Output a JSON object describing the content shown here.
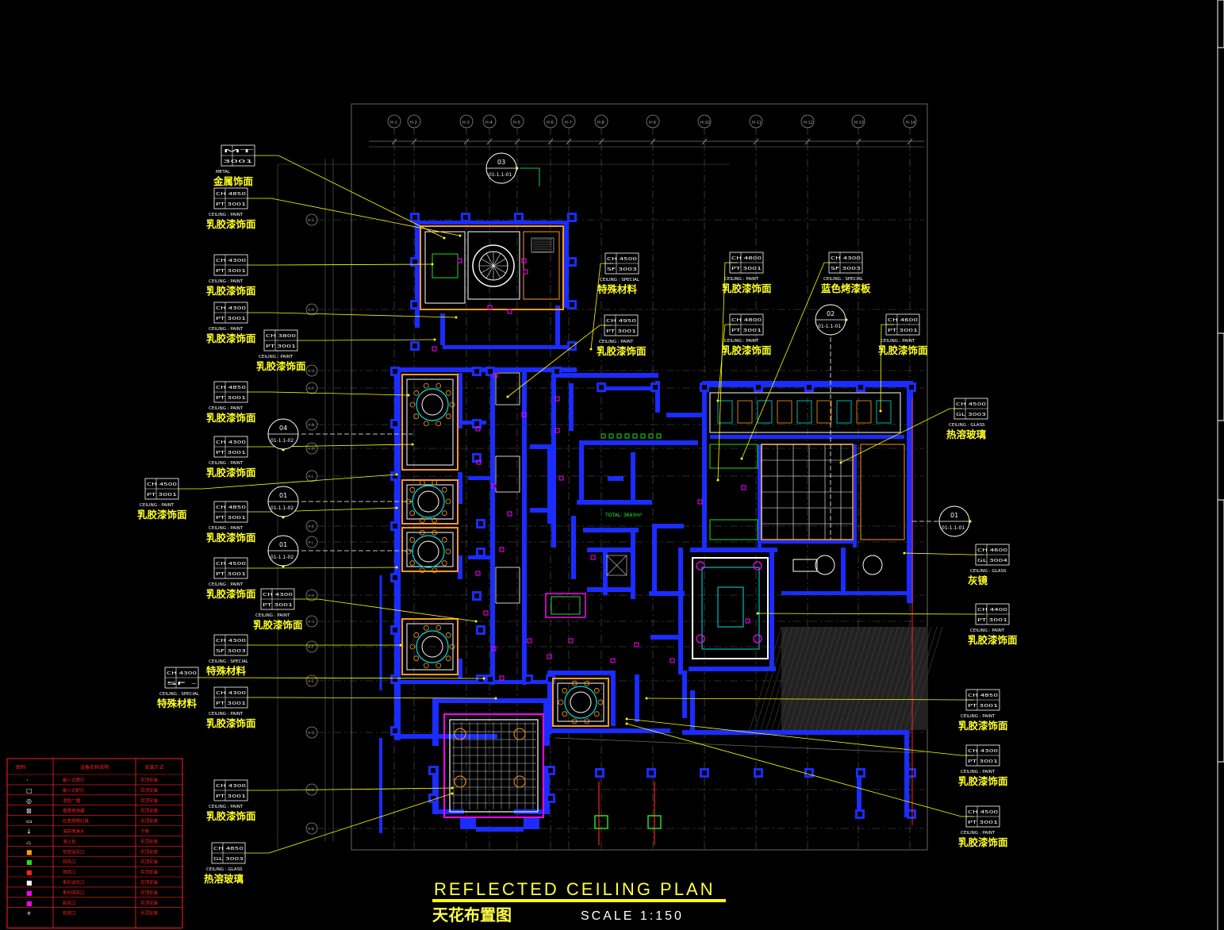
{
  "drawing": {
    "title_en": "REFLECTED CEILING PLAN",
    "title_cn": "天花布置图",
    "scale": "SCALE 1:150"
  },
  "grid_labels": [
    "H-1",
    "H-2",
    "H-3",
    "H-4",
    "H-5",
    "H-6",
    "H-7",
    "H-8",
    "H-9",
    "H-10",
    "H-11",
    "H-12",
    "H-13",
    "H-14"
  ],
  "row_labels": [
    "H-S",
    "H-R",
    "H-Q",
    "H-P",
    "H-N",
    "H-M",
    "H-L",
    "H-K",
    "H-J",
    "H-H",
    "H-G",
    "H-F",
    "H-E",
    "H-D",
    "H-C",
    "H-B"
  ],
  "section_markers": [
    {
      "id": "03",
      "sheet": "01-1.1-01"
    },
    {
      "id": "02",
      "sheet": "01-1.1-01"
    },
    {
      "id": "01",
      "sheet": "01-1.1-01"
    },
    {
      "id": "04",
      "sheet": "01-1.1-02"
    },
    {
      "id": "01",
      "sheet": "01-1.1-02"
    },
    {
      "id": "01",
      "sheet": "01-1.1-02"
    }
  ],
  "center_note": "TOTAL: 3693m²",
  "callouts": [
    {
      "ch": "MT",
      "code": "3001",
      "type": "METAL",
      "label": "金属饰面"
    },
    {
      "ch": "CH 4850",
      "code": "PT 3001",
      "type": "CEILING : PAINT",
      "label": "乳胶漆饰面"
    },
    {
      "ch": "CH 4300",
      "code": "PT 3001",
      "type": "CEILING : PAINT",
      "label": "乳胶漆饰面"
    },
    {
      "ch": "CH 4300",
      "code": "PT 3001",
      "type": "CEILING : PAINT",
      "label": "乳胶漆饰面"
    },
    {
      "ch": "CH 3800",
      "code": "PT 3001",
      "type": "CEILING : PAINT",
      "label": "乳胶漆饰面"
    },
    {
      "ch": "CH 4850",
      "code": "PT 3001",
      "type": "CEILING : PAINT",
      "label": "乳胶漆饰面"
    },
    {
      "ch": "CH 4300",
      "code": "PT 3001",
      "type": "CEILING : PAINT",
      "label": "乳胶漆饰面"
    },
    {
      "ch": "CH 4500",
      "code": "PT 3001",
      "type": "CEILING : PAINT",
      "label": "乳胶漆饰面"
    },
    {
      "ch": "CH 4850",
      "code": "PT 3001",
      "type": "CEILING : PAINT",
      "label": "乳胶漆饰面"
    },
    {
      "ch": "CH 4500",
      "code": "PT 3001",
      "type": "CEILING : PAINT",
      "label": "乳胶漆饰面"
    },
    {
      "ch": "CH 4300",
      "code": "PT 3001",
      "type": "CEILING : PAINT",
      "label": "乳胶漆饰面"
    },
    {
      "ch": "CH 4300",
      "code": "SF 3003",
      "type": "CEILING : SPECIAL",
      "label": "特殊材料"
    },
    {
      "ch": "CH 4300",
      "code": "SF -",
      "type": "CEILING : SPECIAL",
      "label": "特殊材料"
    },
    {
      "ch": "CH 4300",
      "code": "PT 3001",
      "type": "CEILING : PAINT",
      "label": "乳胶漆饰面"
    },
    {
      "ch": "CH 4300",
      "code": "PT 3001",
      "type": "CEILING : PAINT",
      "label": "乳胶漆饰面"
    },
    {
      "ch": "CH 4850",
      "code": "GL 3003",
      "type": "CEILING : GLASS",
      "label": "热溶玻璃"
    },
    {
      "ch": "CH 4500",
      "code": "SF 3003",
      "type": "CEILING : SPECIAL",
      "label": "特殊材料"
    },
    {
      "ch": "CH 4950",
      "code": "PT 3001",
      "type": "CEILING : PAINT",
      "label": "乳胶漆饰面"
    },
    {
      "ch": "CH 4800",
      "code": "PT 3001",
      "type": "CEILING : PAINT",
      "label": "乳胶漆饰面"
    },
    {
      "ch": "CH 4300",
      "code": "SF 3003",
      "type": "CEILING : SPECIAL",
      "label": "蓝色烤漆板"
    },
    {
      "ch": "CH 4800",
      "code": "PT 3001",
      "type": "CEILING : PAINT",
      "label": "乳胶漆饰面"
    },
    {
      "ch": "CH 4600",
      "code": "PT 3001",
      "type": "CEILING : PAINT",
      "label": "乳胶漆饰面"
    },
    {
      "ch": "CH 4500",
      "code": "GL 3003",
      "type": "CEILING : GLASS",
      "label": "热溶玻璃"
    },
    {
      "ch": "CH 4600",
      "code": "GL 3004",
      "type": "CEILING : GLASS",
      "label": "灰镜"
    },
    {
      "ch": "CH 4400",
      "code": "PT 3001",
      "type": "CEILING : PAINT",
      "label": "乳胶漆饰面"
    },
    {
      "ch": "CH 4850",
      "code": "PT 3001",
      "type": "CEILING : PAINT",
      "label": "乳胶漆饰面"
    },
    {
      "ch": "CH 4300",
      "code": "PT 3001",
      "type": "CEILING : PAINT",
      "label": "乳胶漆饰面"
    },
    {
      "ch": "CH 4500",
      "code": "PT 3001",
      "type": "CEILING : PAINT",
      "label": "乳胶漆饰面"
    }
  ],
  "legend": {
    "headers": [
      "图例",
      "设备名称说明",
      "安装方式"
    ],
    "rows": [
      [
        "·",
        "嵌入式筒灯",
        "吊顶安装"
      ],
      [
        "□",
        "嵌入式射灯",
        "吊顶安装"
      ],
      [
        "◎",
        "消防广播",
        "吊顶安装"
      ],
      [
        "⊠",
        "烟感探测器",
        "吊顶安装"
      ],
      [
        "▭",
        "应急照明灯具",
        "吊顶安装"
      ],
      [
        "↓",
        "消防喷淋头",
        "下喷"
      ],
      [
        "⌓",
        "消火栓",
        "吊顶安装"
      ],
      [
        "■",
        "空调送风口",
        "吊顶安装"
      ],
      [
        "■",
        "回风口",
        "吊顶安装"
      ],
      [
        "■",
        "排风口",
        "吊顶安装"
      ],
      [
        "■",
        "条形送风口",
        "吊顶安装"
      ],
      [
        "■",
        "条形回风口",
        "吊顶安装"
      ],
      [
        "■",
        "新风口",
        "吊顶安装"
      ],
      [
        "+",
        "检修口",
        "吊顶安装"
      ]
    ]
  },
  "colors": {
    "wall": "#1a2cff",
    "callout": "#ffff00",
    "furniture": "#ff9a1a",
    "ceiling": "#ffffff",
    "cyan": "#00e0e0",
    "green": "#22dd22",
    "magenta": "#ff00ff",
    "red": "#ff2020",
    "grid": "#5a5a5a"
  }
}
